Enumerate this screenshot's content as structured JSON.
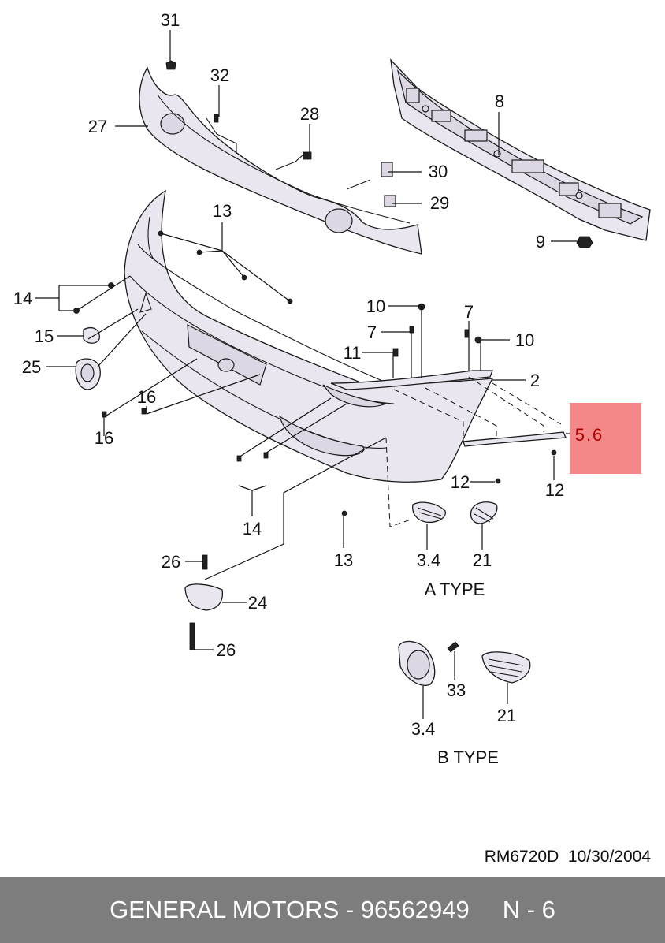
{
  "callouts": {
    "c31": "31",
    "c32": "32",
    "c28": "28",
    "c27": "27",
    "c30": "30",
    "c29": "29",
    "c8": "8",
    "c9": "9",
    "c13a": "13",
    "c14a": "14",
    "c15": "15",
    "c25": "25",
    "c16a": "16",
    "c16b": "16",
    "c10a": "10",
    "c7a": "7",
    "c7b": "7",
    "c10b": "10",
    "c11": "11",
    "c2": "2",
    "c56": "5.6",
    "c12a": "12",
    "c12b": "12",
    "c14b": "14",
    "c13b": "13",
    "c34a": "3.4",
    "c21a": "21",
    "c26a": "26",
    "c24": "24",
    "c26b": "26",
    "c33": "33",
    "c34b": "3.4",
    "c21b": "21"
  },
  "types": {
    "a": "A TYPE",
    "b": "B TYPE"
  },
  "reference": "RM6720D  10/30/2004",
  "footer": {
    "brand": "GENERAL MOTORS - 96562949",
    "page": "N - 6"
  },
  "colors": {
    "highlight": "#f48787",
    "footer_bg": "#7d7d7d"
  }
}
